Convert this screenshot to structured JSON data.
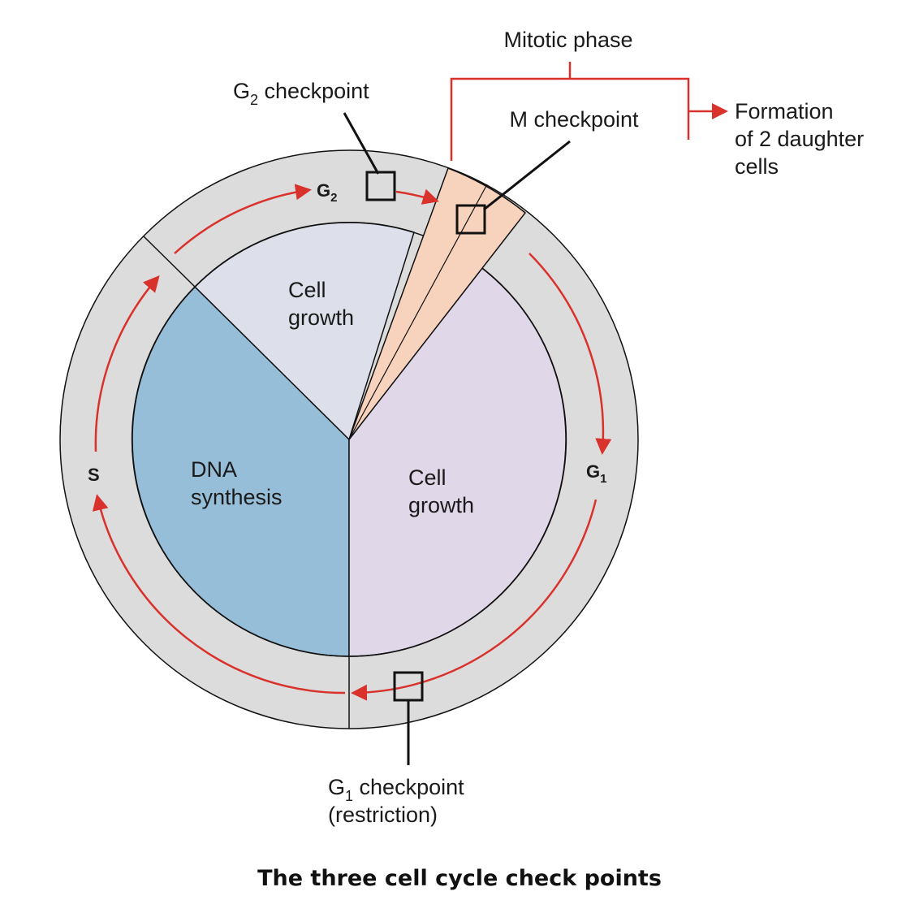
{
  "colors": {
    "ring": "#dcdcdc",
    "dna_synthesis": "#97bed8",
    "cell_growth_g2": "#dde0ea",
    "cell_growth_g1": "#e0d7e8",
    "mitotic_wedge": "#f7d2bd",
    "arrow": "#d9312b",
    "line": "#111111"
  },
  "labels": {
    "mitotic_phase": "Mitotic phase",
    "g2_checkpoint": "G",
    "g2_checkpoint_sub": "2",
    "g2_checkpoint_rest": " checkpoint",
    "m_checkpoint": "M checkpoint",
    "formation_line1": "Formation",
    "formation_line2": "of 2 daughter",
    "formation_line3": "cells",
    "g1_checkpoint": "G",
    "g1_checkpoint_sub": "1",
    "g1_checkpoint_rest": " checkpoint",
    "restriction": "(restriction)"
  },
  "phases": {
    "g2": "G",
    "g2_sub": "2",
    "g1": "G",
    "g1_sub": "1",
    "s": "S"
  },
  "sectors": {
    "cell_growth_top_line1": "Cell",
    "cell_growth_top_line2": "growth",
    "dna_line1": "DNA",
    "dna_line2": "synthesis",
    "cell_growth_right_line1": "Cell",
    "cell_growth_right_line2": "growth"
  },
  "caption": "The three cell cycle check points"
}
